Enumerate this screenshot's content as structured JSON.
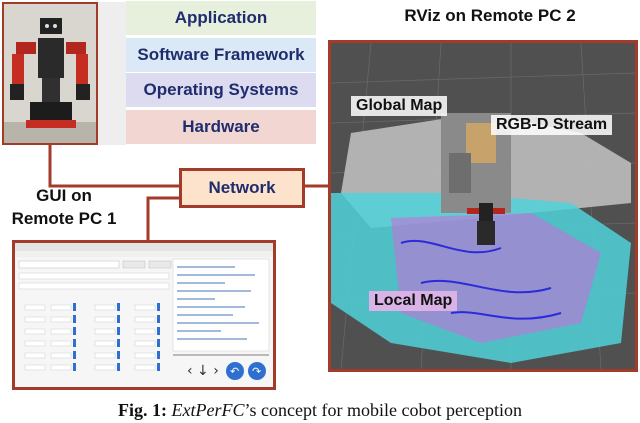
{
  "stack": {
    "layers": [
      "Application",
      "Software Framework",
      "Operating Systems",
      "Hardware"
    ]
  },
  "network": {
    "label": "Network"
  },
  "gui": {
    "label_line1": "GUI on",
    "label_line2": "Remote PC 1"
  },
  "rviz": {
    "label": "RViz on Remote PC 2",
    "tags": {
      "global_map": "Global Map",
      "rgbd_stream": "RGB-D Stream",
      "local_map": "Local Map"
    }
  },
  "caption": {
    "fig_label": "Fig. 1:",
    "project": "ExtPerFC",
    "rest": "’s concept for mobile cobot perception"
  },
  "colors": {
    "accent_border": "#a33b2a",
    "text_navy": "#1f2d6e",
    "application": "#e6f0dc",
    "framework": "#dbe9f6",
    "os": "#dcdbef",
    "hardware": "#f1d6d2",
    "network": "#fde2cc",
    "local_map_tag": "#d9b3e6"
  }
}
